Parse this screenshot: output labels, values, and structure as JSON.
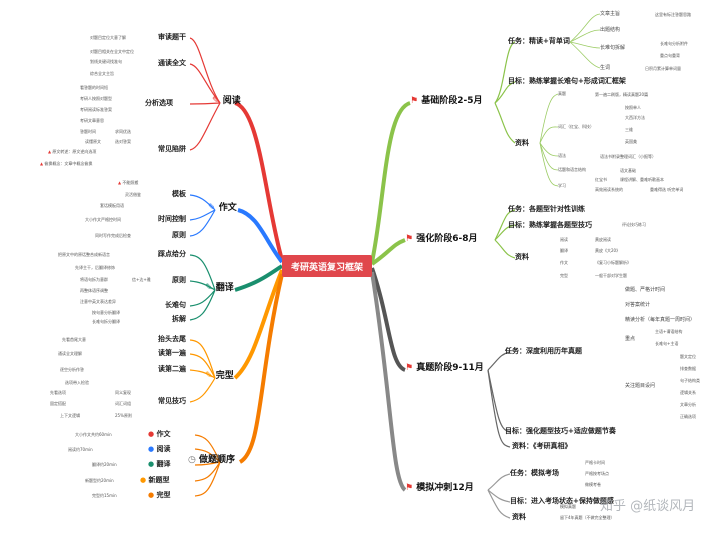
{
  "center": {
    "title": "考研英语复习框架"
  },
  "right": {
    "stage1": {
      "title": "基础阶段2-5月",
      "tasks": [
        "任务：精读+背单词",
        "目标：熟练掌握长难句+形成词汇框架",
        "资料"
      ],
      "rt1": [
        "文章主旨",
        "出题结构",
        "长难句拆解",
        "生词"
      ],
      "rt1_notes": [
        "这里有标注答题思路",
        "长难句分析附件",
        "重点句重背",
        "日积月累计算单词量"
      ],
      "rt2": [
        "真题",
        "词汇（红宝、科技）",
        "语法",
        "话题和语言结构",
        "学习"
      ],
      "rt2_notes": [
        "第一遍二刷版，精读真题20篇",
        "按照单人",
        "大西洋方法",
        "三维",
        "英国美",
        "语法书附录整理词汇（小报等）",
        "语文基础",
        "红宝书",
        "课程讲解、重难听歌画本",
        "高效阅读系统的",
        "重难得选 听完单词"
      ]
    },
    "stage2": {
      "title": "强化阶段6-8月",
      "tasks": [
        "任务：各题型针对性训练",
        "目标：熟练掌握各题型技巧",
        "资料"
      ],
      "rt": [
        "阅读",
        "翻译",
        "作文",
        "完型"
      ],
      "rt_notes": [
        "评论技巧练习",
        "黄皮阅读",
        "黄皮《大20》",
        "《复习小标题解析》",
        "一般干部对学生题"
      ]
    },
    "stage3": {
      "title": "真题阶段9-11月",
      "tasks": [
        "任务：深度利用历年真题",
        "目标：强化题型技巧+适应做题节奏",
        "资料：《考研真相》"
      ],
      "rt": [
        "做题、严格计时间",
        "对答案统计",
        "精读分析（每年真题一周时间）",
        "重点",
        "关注题目设问"
      ],
      "rt_notes": [
        "主语+谓语结构",
        "长难句+主语",
        "题文定位",
        "排查数据",
        "句子结构类",
        "逻辑关系",
        "文章分析",
        "正确选项"
      ]
    },
    "stage4": {
      "title": "模拟冲刺12月",
      "tasks": [
        "任务：模拟考场",
        "目标：进入考场状态+保持做题感",
        "资料"
      ],
      "rt": [
        "严格卡时间",
        "严格按考场点",
        "做模考卷",
        "模拟真题",
        "留下4年真题（不做完全整理）"
      ]
    }
  },
  "left": {
    "reading": {
      "title": "阅读",
      "subs": [
        "审读题干",
        "通读全文",
        "分析选项",
        "常见陷阱"
      ],
      "notes": [
        "对题目定位大意了解",
        "对题目相关在全文中定位",
        "划线关键词找准句",
        "综合全文主旨",
        "看答题的时间短",
        "考研人按照对题型",
        "考研阅读标准答案",
        "考研文章意思",
        "答题时间",
        "求同优选",
        "读懂原文",
        "选对答案",
        "原文转述：原文逆向选项",
        "偷换概念：文章中概念偷换"
      ]
    },
    "writing": {
      "title": "作文",
      "subs": [
        "模板",
        "时间控制",
        "原则"
      ],
      "notes": [
        "不能照搬",
        "灵活借鉴",
        "套话模板用语",
        "大小作文严格控时间",
        "同时写作完成后检查"
      ]
    },
    "translation": {
      "title": "翻译",
      "subs": [
        "踩点给分",
        "原则",
        "长难句",
        "拆解"
      ],
      "notes": [
        "把原文中的原话整合成新语言",
        "先译主干，后翻译修饰",
        "信+达+雅",
        "将语句拆为意群",
        "再整体语序调整",
        "注意中英文表达差异",
        "按句意分析翻译",
        "长难句拆分翻译"
      ]
    },
    "cloze": {
      "title": "完型",
      "subs": [
        "抬头去尾",
        "读第一遍",
        "读第二遍",
        "常见技巧"
      ],
      "notes": [
        "先看首尾大意",
        "通读全文理解",
        "逐空分析作答",
        "选项带入检验",
        "先看选项",
        "同义复现",
        "固定搭配",
        "词汇词组",
        "上下文逻辑",
        "25%原则"
      ]
    },
    "order": {
      "title": "做题顺序",
      "subs": [
        "作文",
        "阅读",
        "翻译",
        "新题型",
        "完型"
      ],
      "notes": [
        "大小作文共约60min",
        "阅读约70min",
        "翻译约20min",
        "新题型约20min",
        "完型约15min"
      ]
    }
  },
  "watermark": "知乎 @纸谈风月"
}
